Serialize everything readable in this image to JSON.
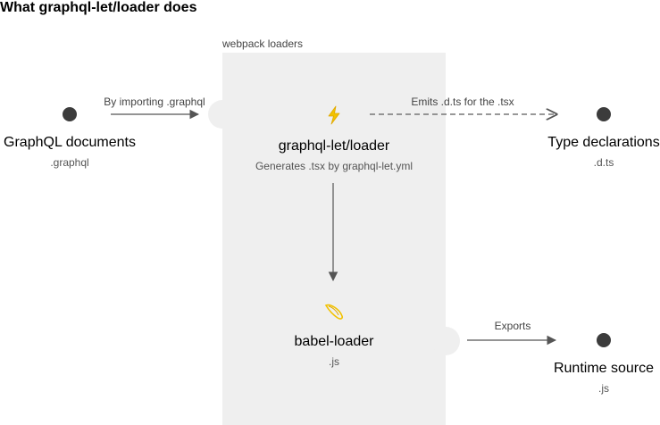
{
  "title": "What graphql-let/loader does",
  "panel": {
    "label": "webpack loaders"
  },
  "nodes": {
    "graphql_documents": {
      "label": "GraphQL documents",
      "sub": ".graphql"
    },
    "graphql_let_loader": {
      "label": "graphql-let/loader",
      "sub": "Generates .tsx by graphql-let.yml",
      "icon": "lightning-icon"
    },
    "type_declarations": {
      "label": "Type declarations",
      "sub": ".d.ts"
    },
    "babel_loader": {
      "label": "babel-loader",
      "sub": ".js",
      "icon": "babel-icon"
    },
    "runtime_source": {
      "label": "Runtime source",
      "sub": ".js"
    }
  },
  "edges": {
    "importing": "By importing .graphql",
    "emits": "Emits .d.ts for the .tsx",
    "exports": "Exports"
  },
  "colors": {
    "panel": "#efefef",
    "dot": "#3c3c3c",
    "arrow": "#555555",
    "icon": "#f2c200"
  }
}
